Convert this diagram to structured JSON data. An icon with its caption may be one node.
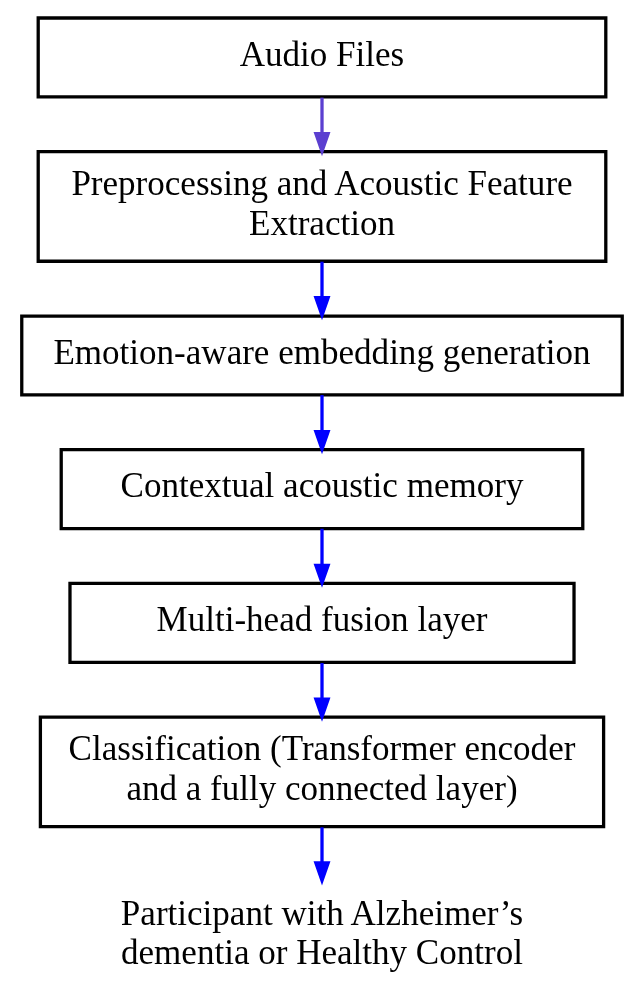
{
  "diagram": {
    "nodes": [
      {
        "text": [
          "Audio Files"
        ]
      },
      {
        "text": [
          "Preprocessing and Acoustic Feature Extraction"
        ]
      },
      {
        "text": [
          "Emotion-aware embedding generation"
        ]
      },
      {
        "text": [
          "Contextual acoustic memory"
        ]
      },
      {
        "text": [
          "Multi-head fusion layer"
        ]
      },
      {
        "text": [
          "Classification (Transformer encoder and a fully connected layer)"
        ]
      },
      {
        "text": [
          "Participant with Alzheimer’s dementia or Healthy Control"
        ]
      }
    ],
    "edges": [
      {
        "from": 0,
        "to": 1,
        "arrow": "to",
        "color": "#5b3fd0"
      },
      {
        "from": 1,
        "to": 2,
        "arrow": "to"
      },
      {
        "from": 2,
        "to": 3,
        "arrow": "to"
      },
      {
        "from": 3,
        "to": 4,
        "arrow": "to"
      },
      {
        "from": 4,
        "to": 5,
        "arrow": "to"
      },
      {
        "from": 5,
        "to": 6,
        "arrow": "to"
      }
    ]
  }
}
